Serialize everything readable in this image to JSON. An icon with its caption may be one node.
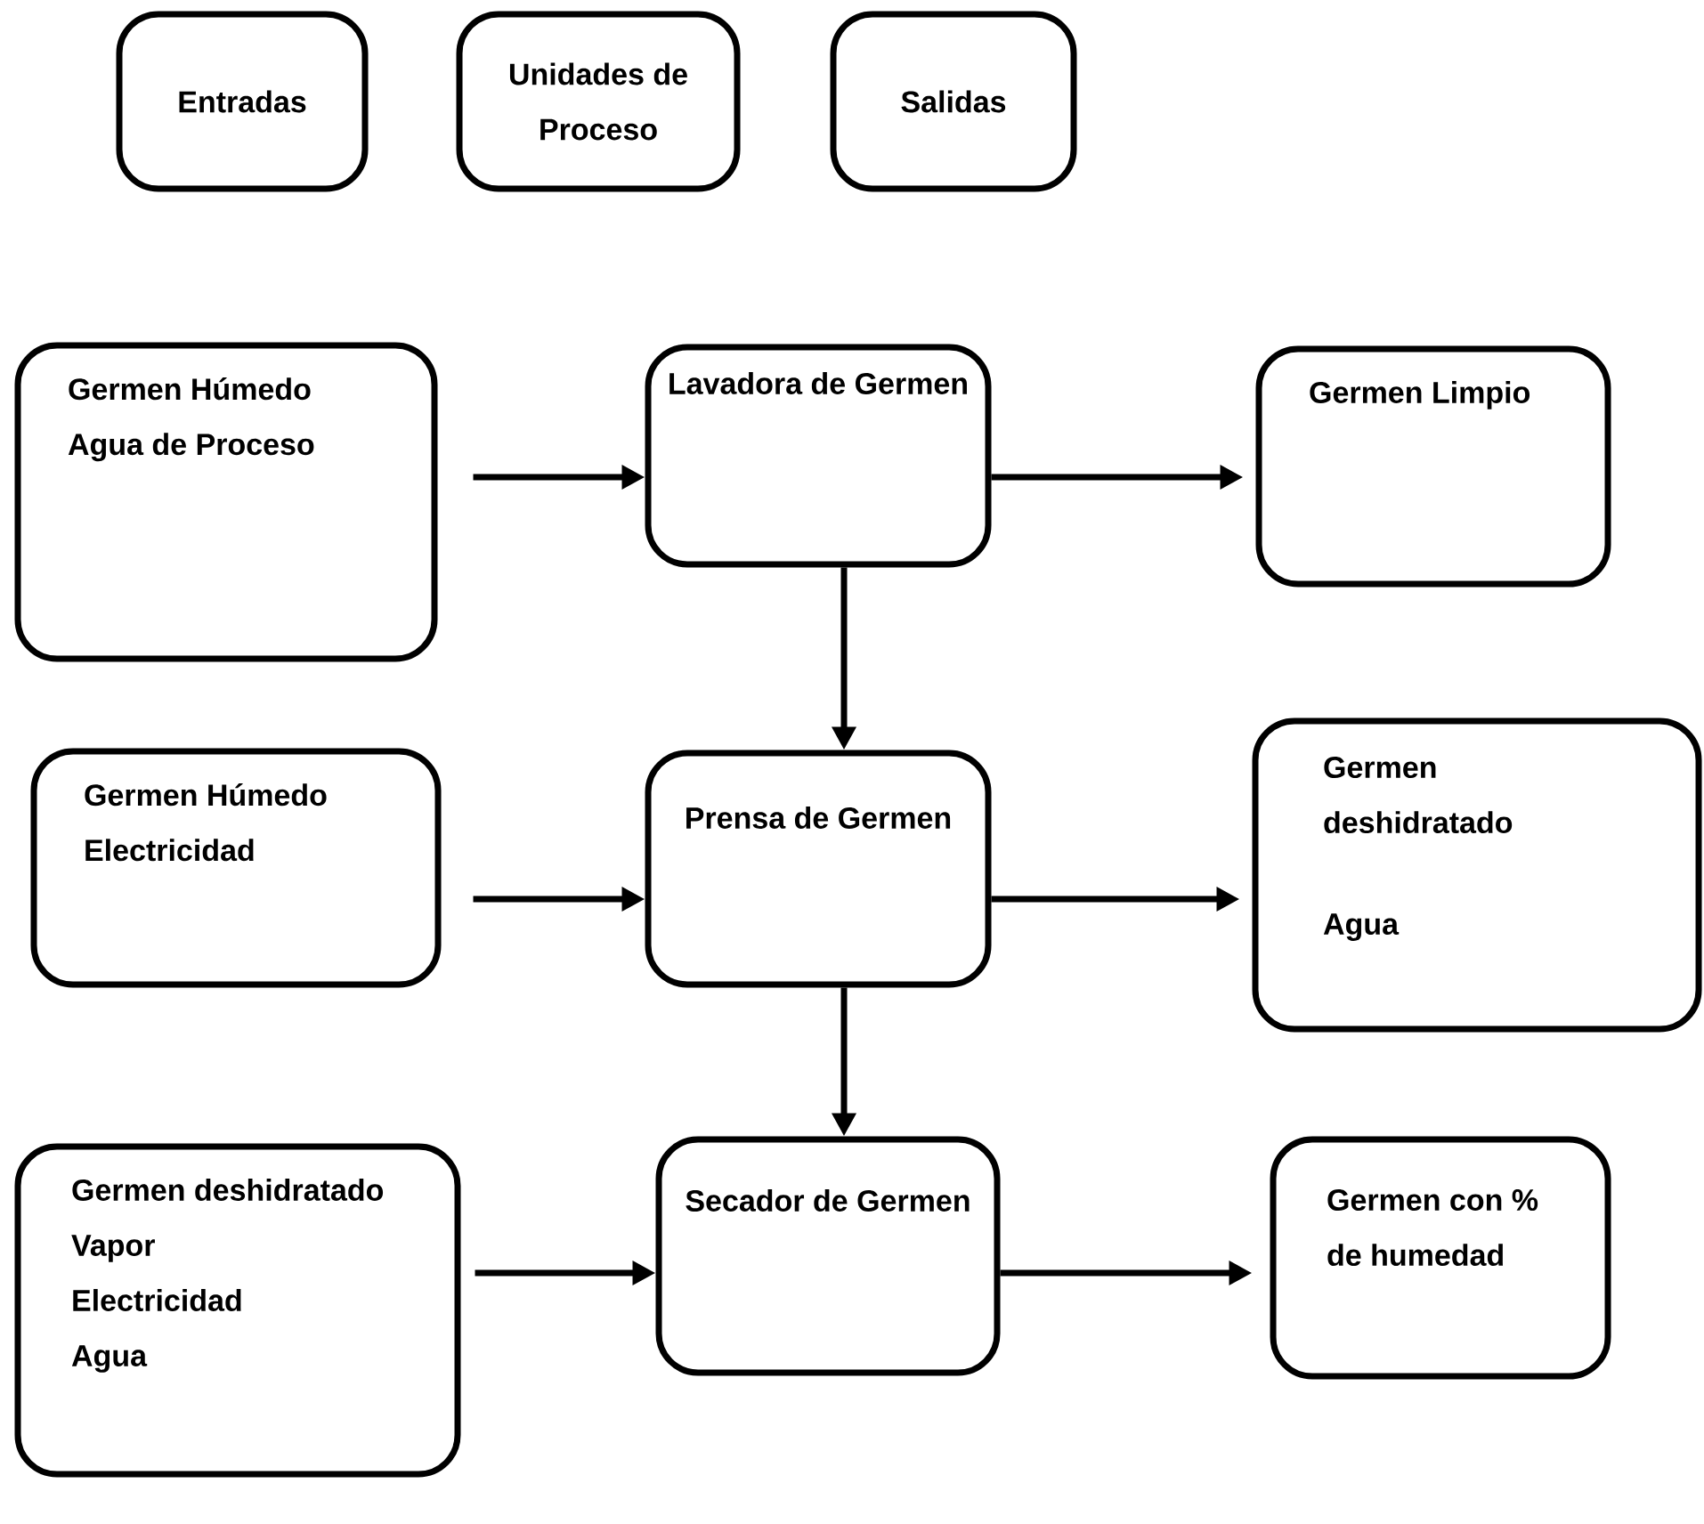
{
  "diagram": {
    "nodes": [
      {
        "text": [
          "Entradas"
        ]
      },
      {
        "text": [
          "Unidades de Proceso"
        ]
      },
      {
        "text": [
          "Salidas"
        ]
      },
      {
        "text": [
          "Germen Húmedo",
          "Agua de Proceso"
        ]
      },
      {
        "text": [
          "Lavadora de Germen"
        ]
      },
      {
        "text": [
          "Germen Limpio"
        ]
      },
      {
        "text": [
          "Germen Húmedo",
          "Electricidad"
        ]
      },
      {
        "text": [
          "Prensa de Germen"
        ]
      },
      {
        "text": [
          "Germen deshidratado",
          "Agua"
        ]
      },
      {
        "text": [
          "Germen deshidratado",
          "Vapor",
          "Electricidad",
          "Agua"
        ]
      },
      {
        "text": [
          "Secador de Germen"
        ]
      },
      {
        "text": [
          "Germen con % de humedad"
        ]
      }
    ],
    "edges": [
      {
        "from": 3,
        "to": 4,
        "arrow": "to"
      },
      {
        "from": 4,
        "to": 5,
        "arrow": "to"
      },
      {
        "from": 4,
        "to": 7,
        "arrow": "to"
      },
      {
        "from": 6,
        "to": 7,
        "arrow": "to"
      },
      {
        "from": 7,
        "to": 8,
        "arrow": "to"
      },
      {
        "from": 7,
        "to": 10,
        "arrow": "to"
      },
      {
        "from": 9,
        "to": 10,
        "arrow": "to"
      },
      {
        "from": 10,
        "to": 11,
        "arrow": "to"
      }
    ]
  }
}
